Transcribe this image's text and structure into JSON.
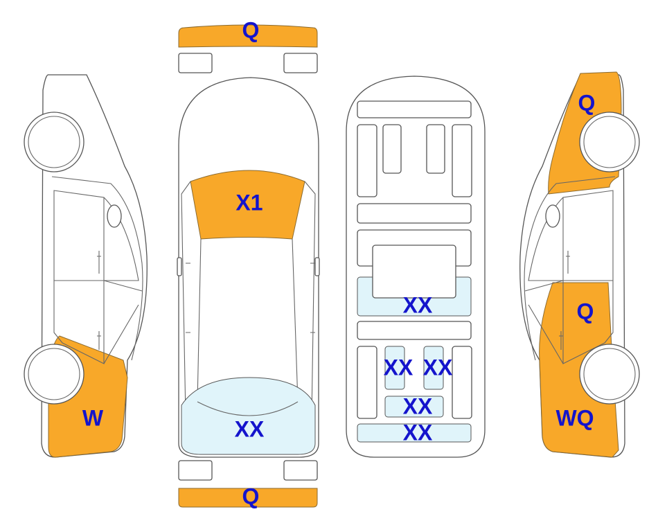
{
  "colors": {
    "paint": "#F8A829",
    "glass": "#E0F4FA",
    "label": "#1414CC",
    "outline": "#555555"
  },
  "left_side_view": {
    "rear_lower_label": "W"
  },
  "top_view": {
    "front_bumper_label": "Q",
    "windshield_label": "X1",
    "rear_window_label": "XX",
    "rear_bumper_label": "Q"
  },
  "interior_view": {
    "middle_panel_label": "XX",
    "left_seat_label": "XX",
    "right_seat_label": "XX",
    "rear_seat_label": "XX",
    "trunk_label": "XX"
  },
  "right_side_view": {
    "front_label": "Q",
    "rear_door_label": "Q",
    "rear_lower_label": "WQ"
  }
}
